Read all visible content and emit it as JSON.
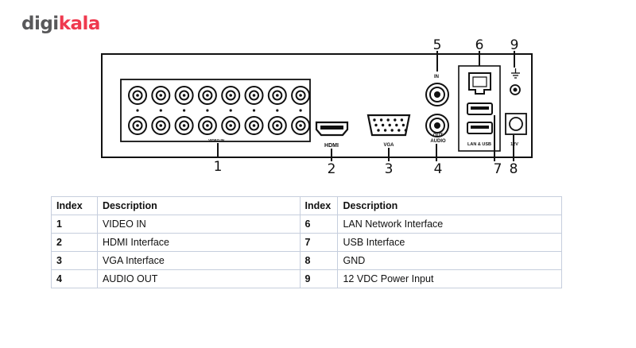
{
  "brand": {
    "part1": "digi",
    "part2": "kala",
    "colors": {
      "part1": "#58585a",
      "part2": "#ef394e"
    }
  },
  "diagram": {
    "port_labels": {
      "video_in": "VIDEO IN",
      "hdmi": "HDMI",
      "vga": "VGA",
      "audio_in": "IN",
      "audio_out": "OUT\nAUDIO",
      "lan_usb": "LAN & USB",
      "power": "12V"
    },
    "callouts": [
      "1",
      "2",
      "3",
      "4",
      "5",
      "6",
      "7",
      "8",
      "9"
    ]
  },
  "table": {
    "headers": [
      "Index",
      "Description",
      "Index",
      "Description"
    ],
    "rows": [
      [
        "1",
        "VIDEO IN",
        "6",
        "LAN Network Interface"
      ],
      [
        "2",
        "HDMI Interface",
        "7",
        "USB Interface"
      ],
      [
        "3",
        "VGA Interface",
        "8",
        "GND"
      ],
      [
        "4",
        "AUDIO OUT",
        "9",
        "12 VDC Power Input"
      ]
    ]
  }
}
